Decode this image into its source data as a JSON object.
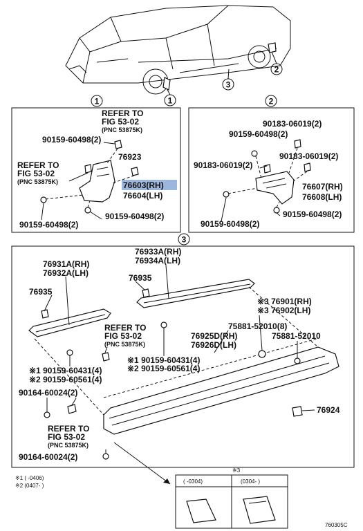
{
  "callouts": {
    "c1": "1",
    "c2": "2",
    "c3": "3"
  },
  "panel1": {
    "refer1": [
      "REFER TO",
      "FIG 53-02",
      "(PNC 53875K)"
    ],
    "refer2": [
      "REFER TO",
      "FIG 53-02",
      "(PNC 53875K)"
    ],
    "p_90159_top": "90159-60498(2)",
    "p_76923": "76923",
    "p_76603": "76603(RH)",
    "p_76604": "76604(LH)",
    "p_90159_mid": "90159-60498(2)",
    "p_90159_bot": "90159-60498(2)"
  },
  "panel2": {
    "p_90183_top": "90183-06019(2)",
    "p_90159_top": "90159-60498(2)",
    "p_90183_mid": "90183-06019(2)",
    "p_90183_left": "90183-06019(2)",
    "p_76607": "76607(RH)",
    "p_76608": "76608(LH)",
    "p_90159_right": "90159-60498(2)",
    "p_90159_bot": "90159-60498(2)"
  },
  "panel3": {
    "p_76933A": "76933A(RH)",
    "p_76934A": "76934A(LH)",
    "p_76931A": "76931A(RH)",
    "p_76932A": "76932A(LH)",
    "p_76935_a": "76935",
    "p_76935_b": "76935",
    "p_76901": "※3 76901(RH)",
    "p_76902": "※3 76902(LH)",
    "p_75881_a": "75881-52010(8)",
    "p_75881_b": "75881-52010",
    "p_76925D": "76925D(RH)",
    "p_76926D": "76926D(LH)",
    "refer3": [
      "REFER TO",
      "FIG 53-02",
      "(PNC 53875K)"
    ],
    "refer4": [
      "REFER TO",
      "FIG 53-02",
      "(PNC 53875K)"
    ],
    "p_90159_431_a": "※1 90159-60431(4)",
    "p_90159_561_a": "※2 90159-60561(4)",
    "p_90159_431_b": "※1 90159-60431(4)",
    "p_90159_561_b": "※2 90159-60561(4)",
    "p_90164_a": "90164-60024(2)",
    "p_90164_b": "90164-60024(2)",
    "p_76924": "76924"
  },
  "notes": {
    "n1": "※1 (      -0406)",
    "n2": "※2 (0407-      )",
    "n3_title": "※3",
    "n3_col1": "(      -0304)",
    "n3_col2": "(0304-      )"
  },
  "figure_code": "760305C"
}
